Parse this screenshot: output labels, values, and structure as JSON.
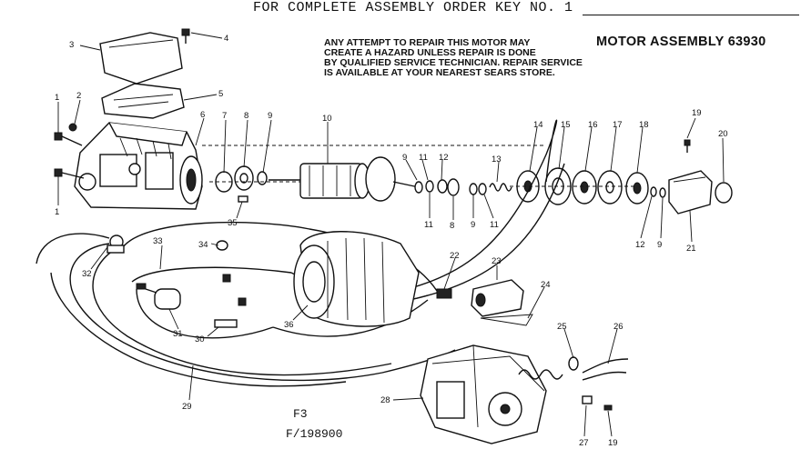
{
  "header": {
    "order_note": "FOR COMPLETE ASSEMBLY ORDER KEY NO. 1"
  },
  "title": "MOTOR ASSEMBLY 63930",
  "warning_lines": [
    "ANY ATTEMPT TO REPAIR THIS MOTOR MAY",
    "CREATE A HAZARD UNLESS REPAIR IS DONE",
    "BY QUALIFIED SERVICE TECHNICIAN. REPAIR SERVICE",
    "IS AVAILABLE AT YOUR NEAREST SEARS STORE."
  ],
  "footer": {
    "figure": "F3",
    "code": "F/198900"
  },
  "callouts": [
    "1",
    "1",
    "2",
    "3",
    "4",
    "5",
    "6",
    "7",
    "8",
    "9",
    "35",
    "10",
    "9",
    "11",
    "12",
    "13",
    "11",
    "8",
    "9",
    "11",
    "14",
    "15",
    "16",
    "17",
    "18",
    "19",
    "20",
    "12",
    "9",
    "21",
    "34",
    "33",
    "32",
    "31",
    "30",
    "36",
    "22",
    "23",
    "24",
    "25",
    "26",
    "28",
    "29",
    "27",
    "19"
  ]
}
